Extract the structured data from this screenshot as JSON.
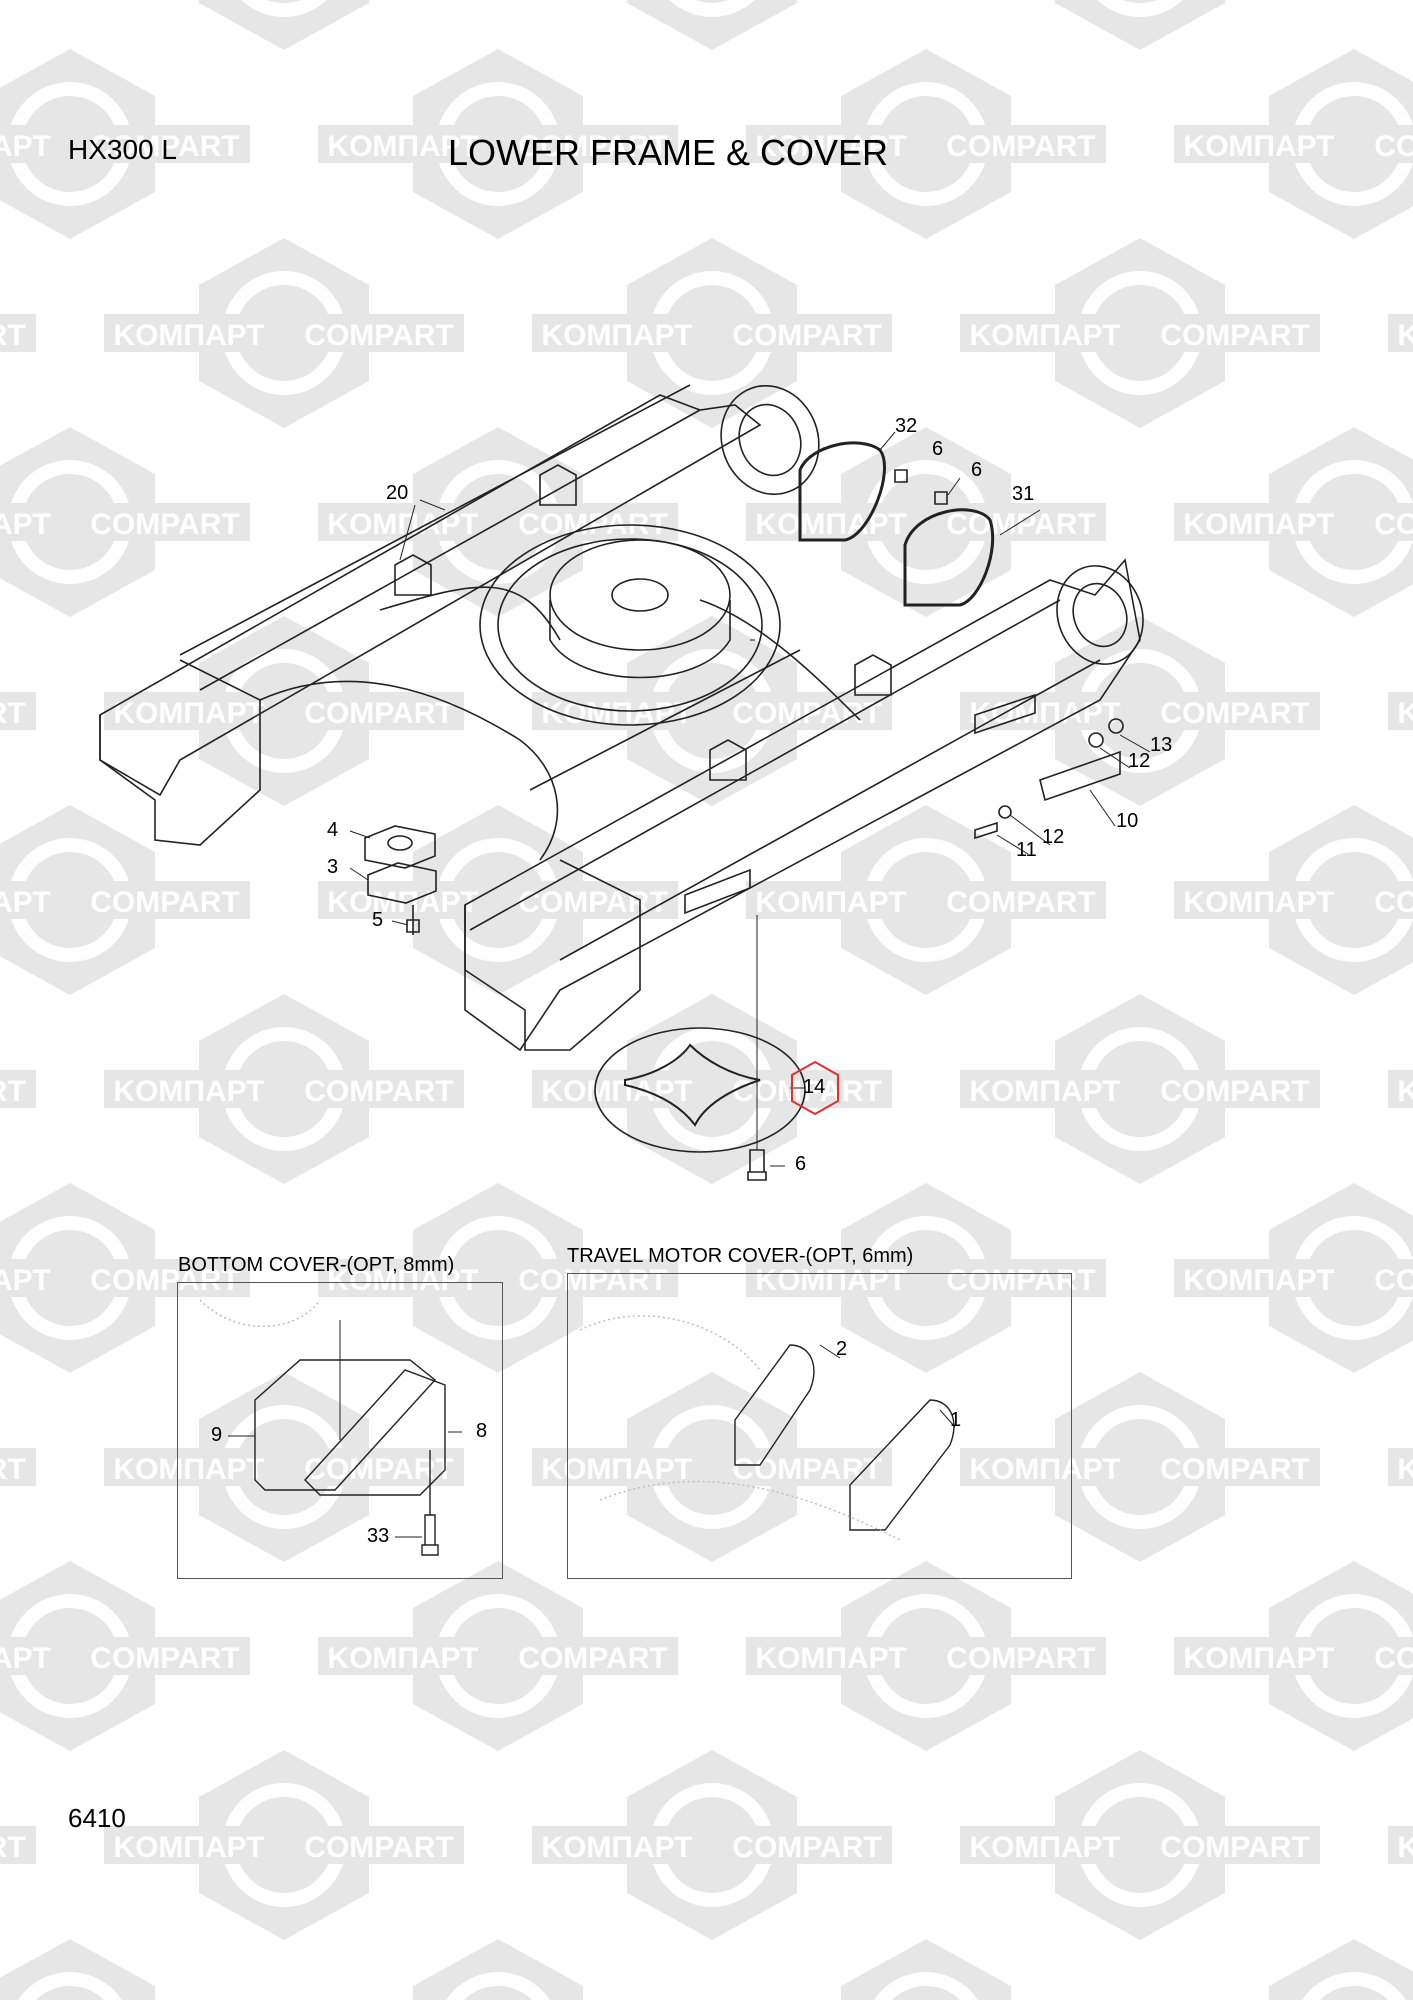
{
  "header": {
    "model": "HX300 L",
    "title": "LOWER FRAME & COVER"
  },
  "watermark": {
    "text_ru": "КОМПАРТ",
    "text_en": "COMPART"
  },
  "main_diagram": {
    "callouts": [
      "32",
      "6",
      "6",
      "31",
      "20",
      "13",
      "12",
      "10",
      "12",
      "11",
      "4",
      "3",
      "5",
      "14",
      "6"
    ],
    "highlighted_callout": "14",
    "highlight_color": "#e03030"
  },
  "insets": [
    {
      "title": "BOTTOM COVER-(OPT, 8mm)",
      "callouts": [
        "9",
        "8",
        "33"
      ]
    },
    {
      "title": "TRAVEL MOTOR COVER-(OPT, 6mm)",
      "callouts": [
        "2",
        "1"
      ]
    }
  ],
  "footer": {
    "page_number": "6410"
  }
}
